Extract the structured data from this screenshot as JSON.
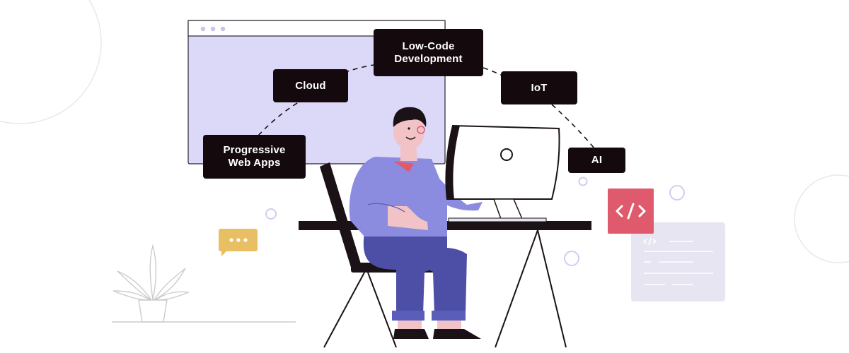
{
  "tags": {
    "low_code_line1": "Low-Code",
    "low_code_line2": "Development",
    "cloud": "Cloud",
    "iot": "IoT",
    "pwa_line1": "Progressive",
    "pwa_line2": "Web Apps",
    "ai": "AI"
  },
  "icons": {
    "code_badge": "code-brackets-icon",
    "chat_bubble": "chat-bubble-icon",
    "plant": "potted-plant-icon",
    "browser_dots": "window-dots-icon"
  },
  "colors": {
    "tag_bg": "#140a0d",
    "browser_fill": "#dcd8f7",
    "shirt": "#8b8ce0",
    "pants": "#4d4fa6",
    "code_badge": "#e05a6e",
    "chat_bubble": "#e8bf62",
    "code_panel": "#e6e5f1"
  }
}
